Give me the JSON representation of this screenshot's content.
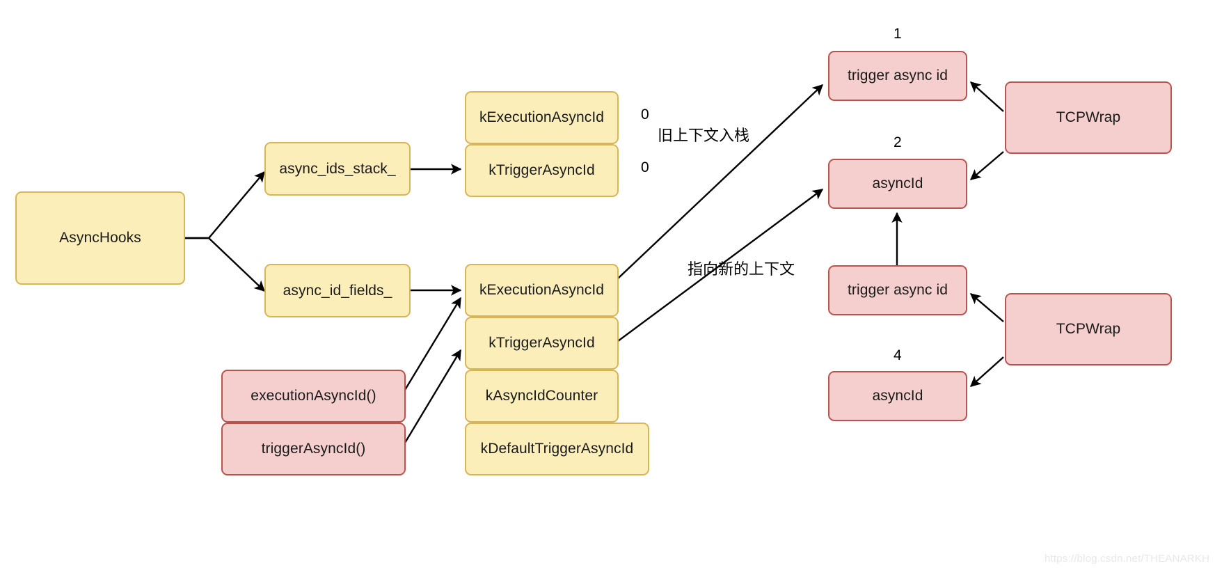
{
  "diagram": {
    "title": "Node.js AsyncHooks internal structure diagram",
    "background": "#ffffff",
    "palette": {
      "yellow_fill": "#fbeeb9",
      "yellow_stroke": "#d6b656",
      "red_fill": "#f5cfcd",
      "red_stroke": "#b85450",
      "edge_color": "#000000",
      "text_color": "#1a1a1a",
      "watermark_color": "#e8e8e8"
    },
    "nodes": {
      "async_hooks": "AsyncHooks",
      "async_ids_stack": "async_ids_stack_",
      "async_id_fields": "async_id_fields_",
      "stack_exec_async_id": "kExecutionAsyncId",
      "stack_trigger_async_id": "kTriggerAsyncId",
      "fields_exec_async_id": "kExecutionAsyncId",
      "fields_trigger_async_id": "kTriggerAsyncId",
      "fields_async_id_counter": "kAsyncIdCounter",
      "fields_default_trigger_async_id": "kDefaultTriggerAsyncId",
      "execution_async_id_fn": "executionAsyncId()",
      "trigger_async_id_fn": "triggerAsyncId()",
      "ctx1_trigger_async_id": "trigger async id",
      "ctx1_async_id": "asyncId",
      "ctx2_trigger_async_id": "trigger async id",
      "ctx2_async_id": "asyncId",
      "tcpwrap_top": "TCPWrap",
      "tcpwrap_bottom": "TCPWrap"
    },
    "value_labels": {
      "stack_exec_value": "0",
      "stack_trigger_value": "0",
      "ctx1_trigger_number": "1",
      "ctx1_async_number": "2",
      "ctx2_async_number": "4"
    },
    "edge_labels": {
      "push_old_context": "旧上下文入栈",
      "point_to_new_context": "指向新的上下文"
    },
    "watermark": "https://blog.csdn.net/THEANARKH"
  }
}
